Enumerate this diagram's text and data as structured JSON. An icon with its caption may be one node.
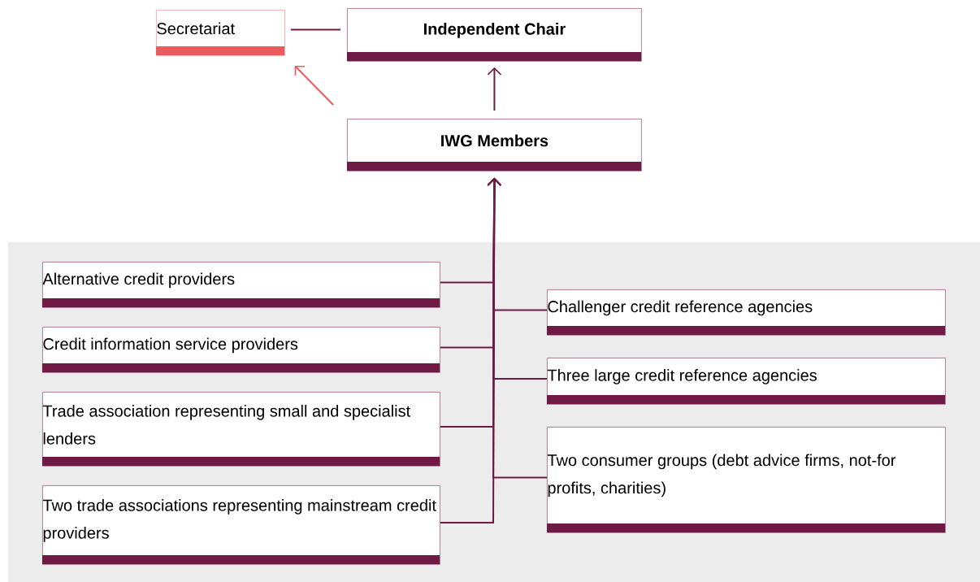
{
  "diagram": {
    "nodes": [
      {
        "text": [
          "Secretariat"
        ]
      },
      {
        "text": [
          "Independent Chair"
        ]
      },
      {
        "text": [
          "IWG Members"
        ]
      },
      {
        "text": [
          "Alternative credit providers"
        ]
      },
      {
        "text": [
          "Credit information service providers"
        ]
      },
      {
        "text": [
          "Trade association representing small and specialist lenders"
        ]
      },
      {
        "text": [
          "Two trade associations representing mainstream credit providers"
        ]
      },
      {
        "text": [
          "Challenger credit reference agencies"
        ]
      },
      {
        "text": [
          "Three large credit reference agencies"
        ]
      },
      {
        "text": [
          "Two consumer groups (debt advice firms, not-for profits, charities)"
        ]
      }
    ],
    "edges": [
      {
        "from": 0,
        "to": 1,
        "arrow": "none"
      },
      {
        "from": 2,
        "to": 1,
        "arrow": "to"
      },
      {
        "from": 2,
        "to": 0,
        "arrow": "to",
        "color": "#ec5a5e"
      },
      {
        "from": 3,
        "to": 2,
        "arrow": "to"
      },
      {
        "from": 4,
        "to": 2,
        "arrow": "to"
      },
      {
        "from": 5,
        "to": 2,
        "arrow": "to"
      },
      {
        "from": 6,
        "to": 2,
        "arrow": "to"
      },
      {
        "from": 7,
        "to": 2,
        "arrow": "to"
      },
      {
        "from": 8,
        "to": 2,
        "arrow": "to"
      },
      {
        "from": 9,
        "to": 2,
        "arrow": "to"
      }
    ]
  }
}
